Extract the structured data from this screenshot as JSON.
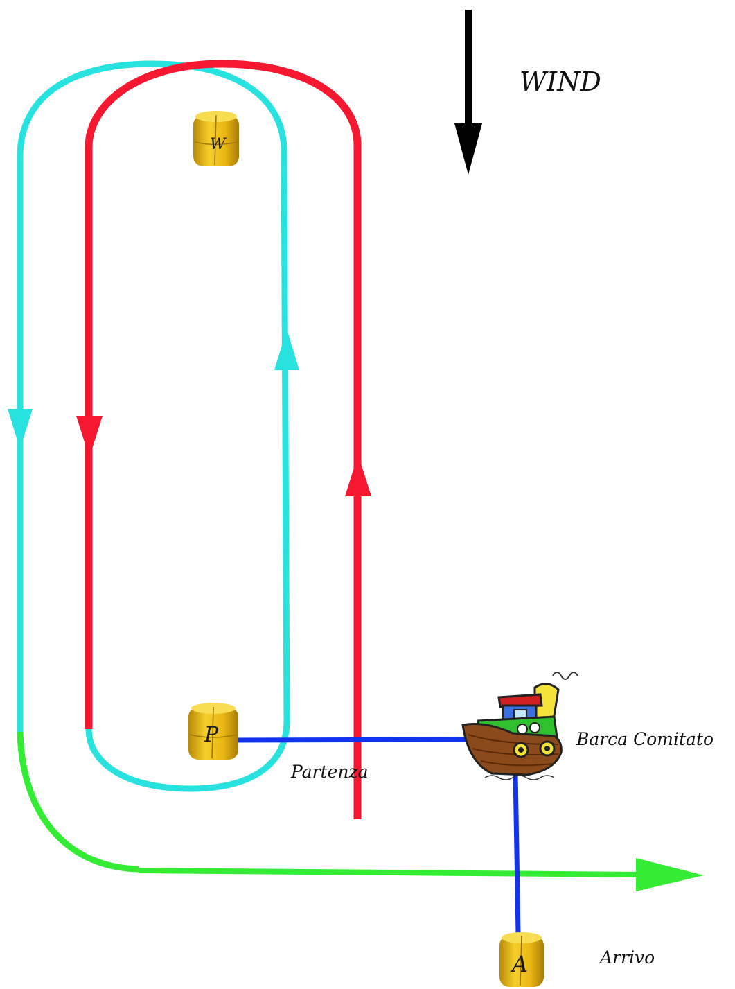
{
  "labels": {
    "wind": "WIND",
    "start": "Partenza",
    "committee_boat": "Barca Comitato",
    "finish": "Arrivo"
  },
  "buoys": {
    "windward": "W",
    "start": "P",
    "finish": "A"
  },
  "colors": {
    "lap_one": "#f51830",
    "lap_two": "#28e2e0",
    "final_leg": "#33ec33",
    "start_finish_lines": "#1133ee",
    "wind_arrow": "#000000",
    "buoy": "#f0c414"
  },
  "icons": {
    "committee_boat": "tugboat-icon",
    "buoy": "buoy-icon",
    "wind": "wind-arrow-icon"
  }
}
